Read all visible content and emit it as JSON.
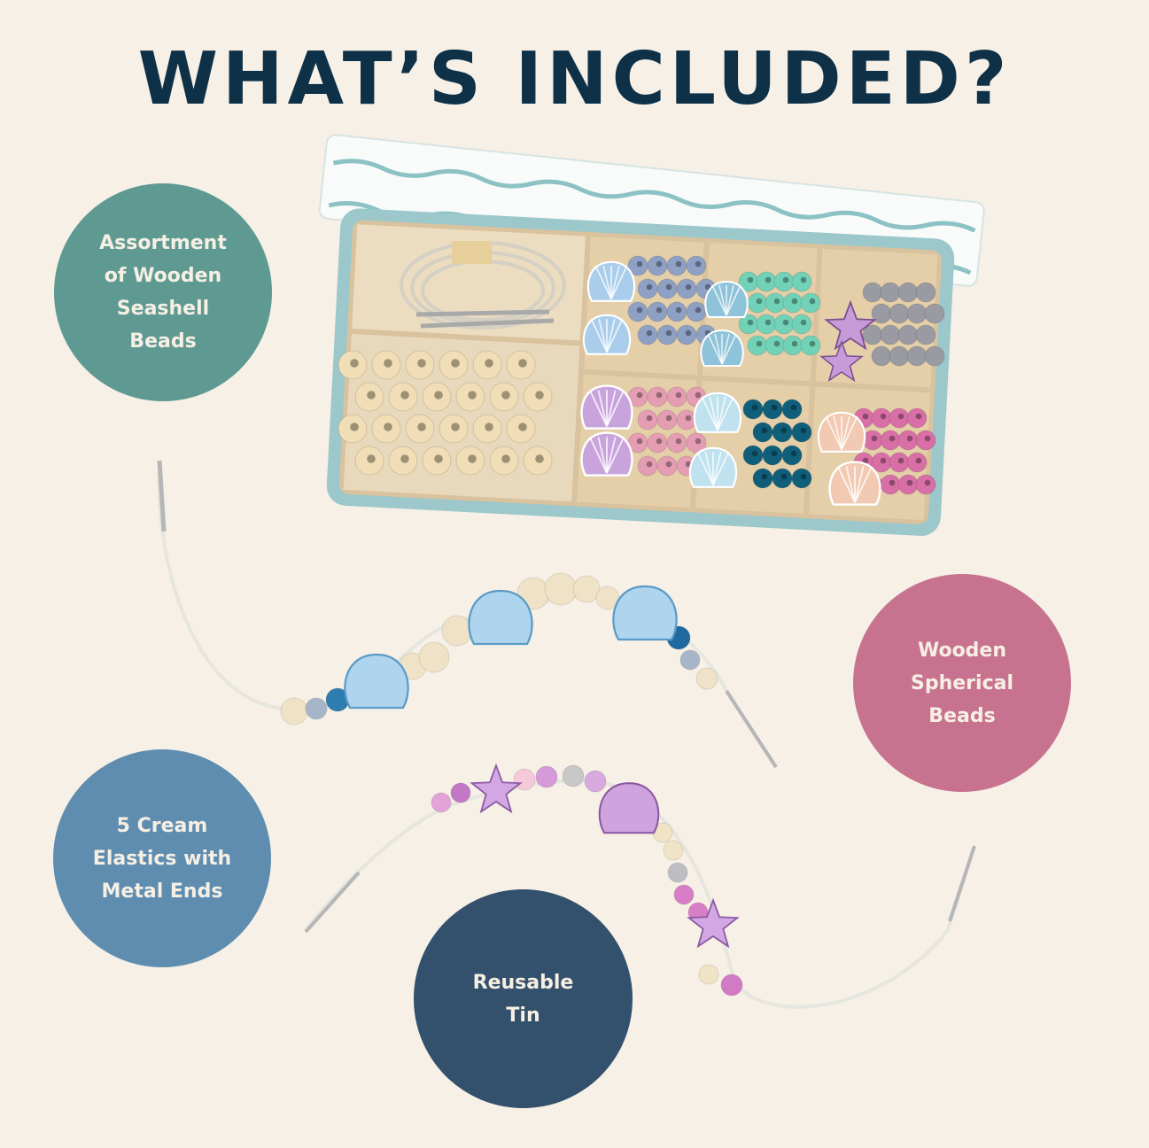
{
  "title": "WHAT’S INCLUDED?",
  "callouts": {
    "seashell": {
      "text": "Assortment\nof Wooden\nSeashell\nBeads",
      "color": "#5f9a92"
    },
    "spherical": {
      "text": "Wooden\nSpherical\nBeads",
      "color": "#c7738f"
    },
    "elastics": {
      "text": "5 Cream\nElastics with\nMetal Ends",
      "color": "#5f8db0"
    },
    "tin": {
      "text": "Reusable\nTin",
      "color": "#33506c"
    }
  }
}
